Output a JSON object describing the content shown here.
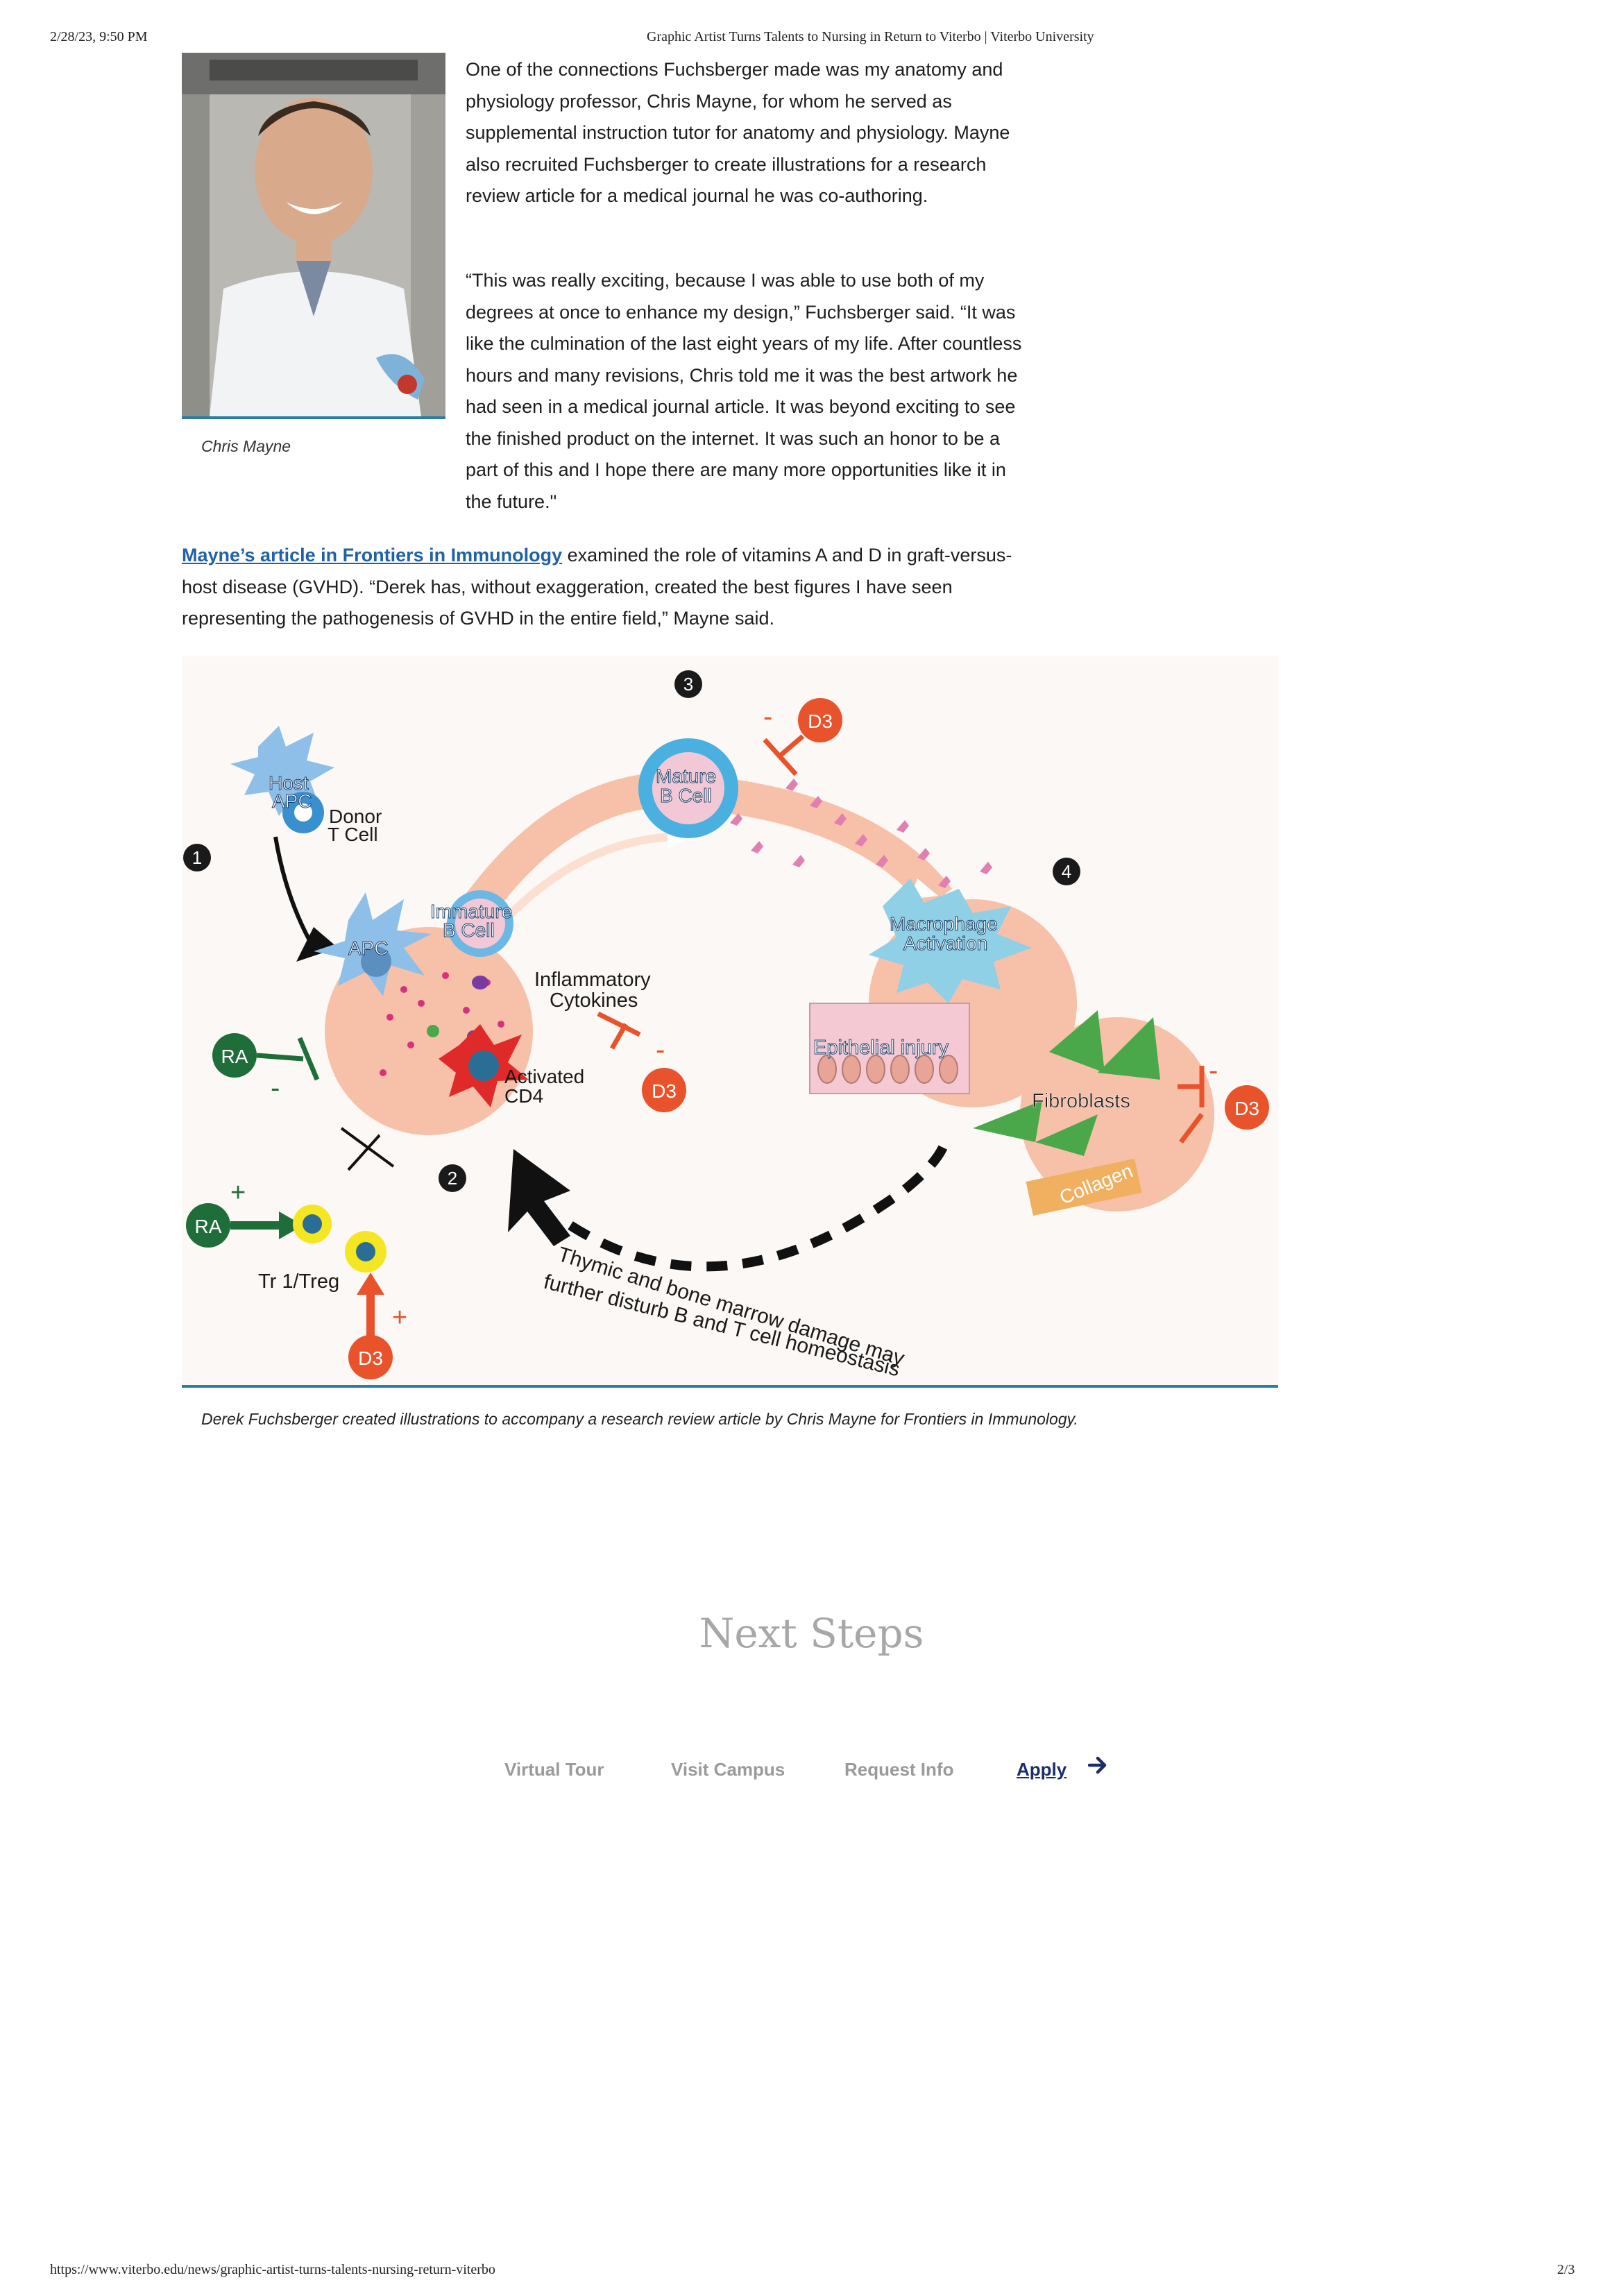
{
  "print_header": {
    "datetime": "2/28/23, 9:50 PM",
    "title": "Graphic Artist Turns Talents to Nursing in Return to Viterbo | Viterbo University"
  },
  "print_footer": {
    "url": "https://www.viterbo.edu/news/graphic-artist-turns-talents-nursing-return-viterbo",
    "page": "2/3"
  },
  "photo": {
    "caption": "Chris Mayne"
  },
  "article": {
    "para1": "One of the connections Fuchsberger made was my anatomy and physiology professor, Chris Mayne, for whom he served as supplemental instruction tutor for anatomy and physiology. Mayne also recruited Fuchsberger to create illustrations for a research review article for a medical journal he was co-authoring.",
    "para2": "“This was really exciting, because I was able to use both of my degrees at once to enhance my design,” Fuchsberger said. “It was like the culmination of the last eight years of my life. After countless hours and many revisions, Chris told me it was the best artwork he had seen in a medical journal article. It was beyond exciting to see the finished product on the internet. It was such an honor to be a part of this and I hope there are many more opportunities like it in the future.\"",
    "para3_link": "Mayne’s article in Frontiers in Immunology",
    "para3_rest": " examined the role of vitamins A and D in graft-versus-host disease (GVHD). “Derek has, without exaggeration, created the best figures I have seen representing the pathogenesis of GVHD in the entire field,” Mayne said."
  },
  "figure": {
    "caption": "Derek Fuchsberger created illustrations to accompany a research review article by Chris Mayne for Frontiers in Immunology.",
    "labels": {
      "step1": "1",
      "step2": "2",
      "step3": "3",
      "step4": "4",
      "host_apc_1": "Host",
      "host_apc_2": "APC",
      "donor_1": "Donor",
      "donor_2": "T Cell",
      "apc": "APC",
      "immature_1": "Immature",
      "immature_2": "B Cell",
      "cytokines_1": "Inflammatory",
      "cytokines_2": "Cytokines",
      "activated_1": "Activated",
      "activated_2": "CD4",
      "mature_1": "Mature",
      "mature_2": "B Cell",
      "macrophage_1": "Macrophage",
      "macrophage_2": "Activation",
      "epithelial": "Epithelial injury",
      "fibroblasts": "Fibroblasts",
      "collagen": "Collagen",
      "tr1": "Tr 1/Treg",
      "ra": "RA",
      "d3": "D3",
      "minus": "-",
      "plus": "+",
      "thymic_1": "Thymic and bone marrow damage may",
      "thymic_2": "further disturb B and T cell homeostasis"
    },
    "colors": {
      "blob": "#f7c0a8",
      "ra_green": "#1f6e3a",
      "d3_orange": "#e8532b",
      "cell_blue": "#5fa8dc",
      "pink": "#e07fb0"
    }
  },
  "next_steps": {
    "heading": "Next Steps",
    "links": [
      "Virtual Tour",
      "Visit Campus",
      "Request Info",
      "Apply"
    ]
  }
}
